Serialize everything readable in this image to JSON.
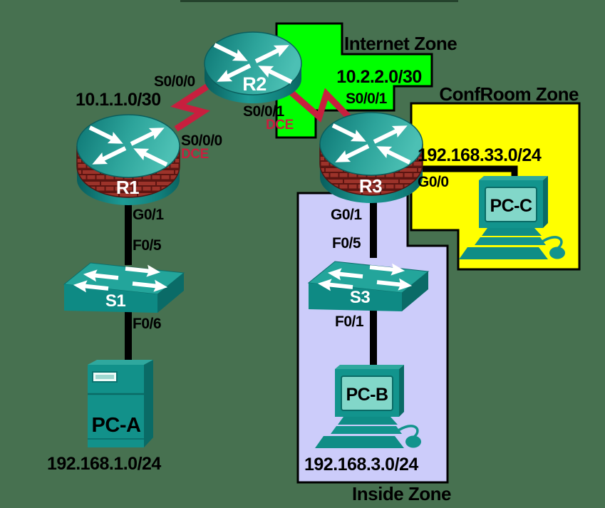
{
  "figure": {
    "type": "network-topology-lab-diagram"
  },
  "colors": {
    "background": "#477150",
    "internet_zone_fill": "#00ff00",
    "confroom_zone_fill": "#ffff00",
    "inside_zone_fill": "#ccccfa",
    "zone_border": "#000000",
    "serial_link": "#c81f3e",
    "lan_link": "#000000",
    "dce_text": "#c81f3e",
    "device_teal": "#12918b"
  },
  "zones": {
    "internet": {
      "label": "Internet Zone"
    },
    "confroom": {
      "label": "ConfRoom Zone"
    },
    "inside": {
      "label": "Inside Zone"
    }
  },
  "devices": {
    "r1": {
      "label": "R1",
      "type": "firewall-router"
    },
    "r2": {
      "label": "R2",
      "type": "router"
    },
    "r3": {
      "label": "R3",
      "type": "firewall-router"
    },
    "s1": {
      "label": "S1",
      "type": "switch"
    },
    "s3": {
      "label": "S3",
      "type": "switch"
    },
    "pc_a": {
      "label": "PC-A",
      "type": "server-tower"
    },
    "pc_b": {
      "label": "PC-B",
      "type": "desktop-pc"
    },
    "pc_c": {
      "label": "PC-C",
      "type": "desktop-pc"
    }
  },
  "networks": {
    "r1_r2_serial": "10.1.1.0/30",
    "r2_r3_serial": "10.2.2.0/30",
    "confroom_lan": "192.168.33.0/24",
    "pc_a_lan": "192.168.1.0/24",
    "inside_lan": "192.168.3.0/24"
  },
  "interfaces": {
    "r2_to_r1": "S0/0/0",
    "r1_to_r2": "S0/0/0",
    "r1_to_r2_mode": "DCE",
    "r2_to_r3": "S0/0/1",
    "r2_to_r3_mode": "DCE",
    "r3_to_r2": "S0/0/1",
    "r1_to_s1": "G0/1",
    "s1_to_r1": "F0/5",
    "s1_to_pc_a": "F0/6",
    "r3_to_s3": "G0/1",
    "s3_to_r3": "F0/5",
    "s3_to_pc_b": "F0/1",
    "r3_to_pc_c": "G0/0"
  }
}
